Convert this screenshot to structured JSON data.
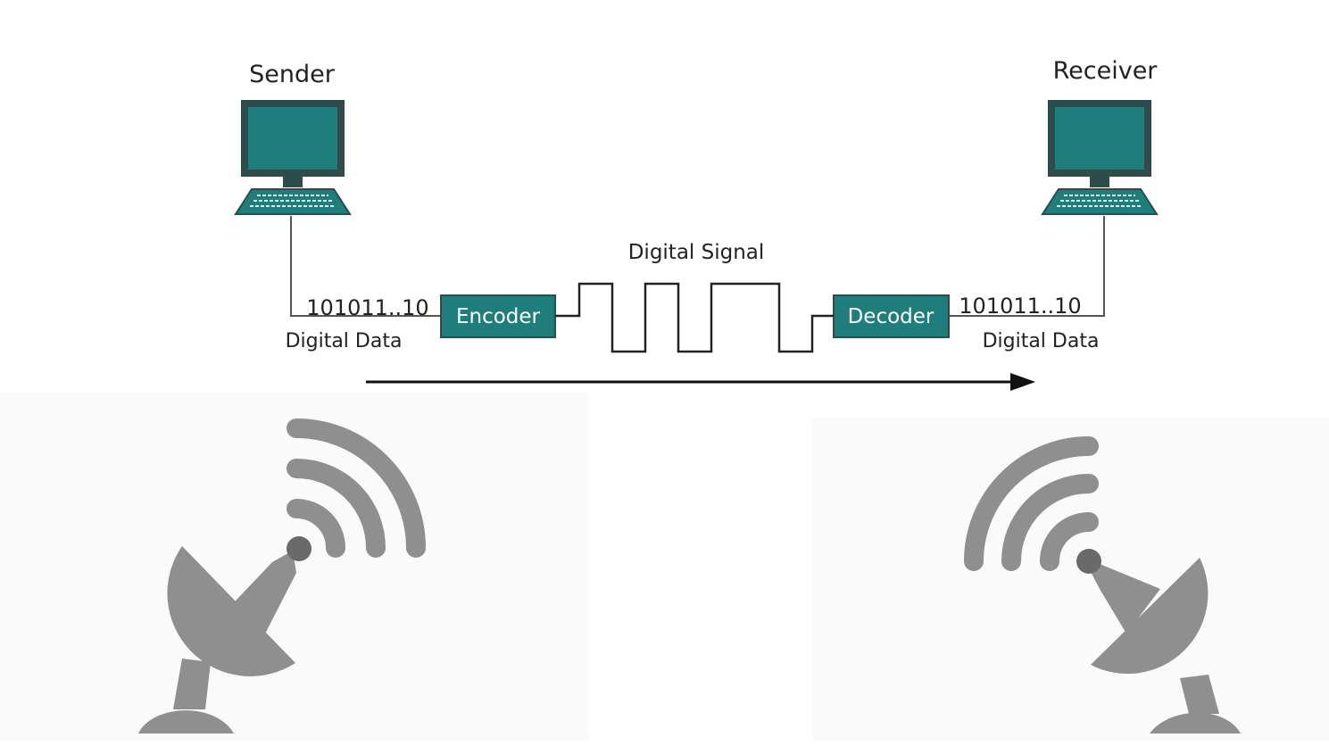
{
  "sender": {
    "title": "Sender",
    "data_bits": "101011..10",
    "data_label": "Digital Data"
  },
  "receiver": {
    "title": "Receiver",
    "data_bits": "101011..10",
    "data_label": "Digital Data"
  },
  "encoder": {
    "label": "Encoder"
  },
  "decoder": {
    "label": "Decoder"
  },
  "signal": {
    "label": "Digital Signal"
  },
  "colors": {
    "teal": "#1f7e7c",
    "teal_dark": "#2d4c4b",
    "box_text": "#ffffff",
    "line": "#555555",
    "antenna_gray": "#8f8f8f",
    "antenna_dot": "#6a6a6a"
  },
  "icons": [
    "computer-icon",
    "satellite-dish-icon",
    "wireless-waves-icon",
    "arrow-right-icon"
  ]
}
